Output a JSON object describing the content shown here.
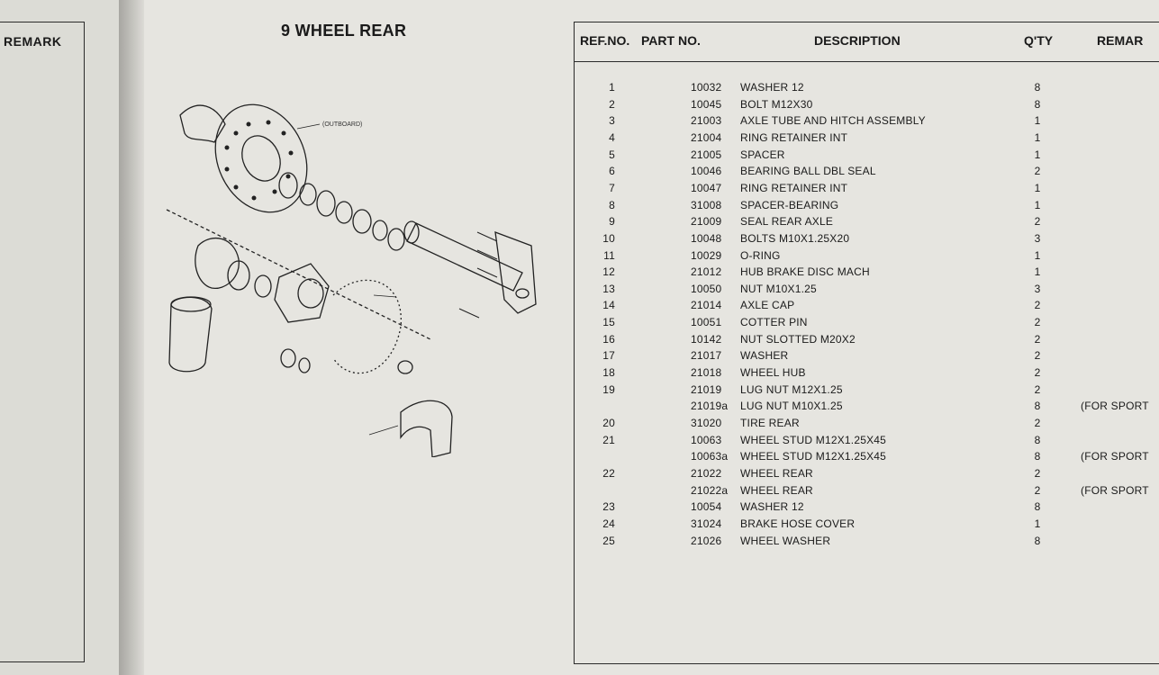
{
  "left_page": {
    "remark_header": "REMARK"
  },
  "diagram": {
    "title": "9 WHEEL REAR",
    "callout_label": "(OUTBOARD)"
  },
  "table": {
    "headers": {
      "ref": "REF.NO.",
      "part": "PART NO.",
      "desc": "DESCRIPTION",
      "qty": "Q'TY",
      "remark": "REMAR"
    },
    "rows": [
      {
        "ref": "1",
        "part": "10032",
        "desc": "WASHER 12",
        "qty": "8",
        "remark": ""
      },
      {
        "ref": "2",
        "part": "10045",
        "desc": "BOLT M12X30",
        "qty": "8",
        "remark": ""
      },
      {
        "ref": "3",
        "part": "21003",
        "desc": "AXLE TUBE AND HITCH ASSEMBLY",
        "qty": "1",
        "remark": ""
      },
      {
        "ref": "4",
        "part": "21004",
        "desc": "RING RETAINER INT",
        "qty": "1",
        "remark": ""
      },
      {
        "ref": "5",
        "part": "21005",
        "desc": "SPACER",
        "qty": "1",
        "remark": ""
      },
      {
        "ref": "6",
        "part": "10046",
        "desc": "BEARING BALL DBL SEAL",
        "qty": "2",
        "remark": ""
      },
      {
        "ref": "7",
        "part": "10047",
        "desc": "RING RETAINER INT",
        "qty": "1",
        "remark": ""
      },
      {
        "ref": "8",
        "part": "31008",
        "desc": "SPACER-BEARING",
        "qty": "1",
        "remark": ""
      },
      {
        "ref": "9",
        "part": "21009",
        "desc": "SEAL REAR AXLE",
        "qty": "2",
        "remark": ""
      },
      {
        "ref": "10",
        "part": "10048",
        "desc": "BOLTS M10X1.25X20",
        "qty": "3",
        "remark": ""
      },
      {
        "ref": "11",
        "part": "10029",
        "desc": "O-RING",
        "qty": "1",
        "remark": ""
      },
      {
        "ref": "12",
        "part": "21012",
        "desc": "HUB BRAKE DISC MACH",
        "qty": "1",
        "remark": ""
      },
      {
        "ref": "13",
        "part": "10050",
        "desc": "NUT M10X1.25",
        "qty": "3",
        "remark": ""
      },
      {
        "ref": "14",
        "part": "21014",
        "desc": "AXLE CAP",
        "qty": "2",
        "remark": ""
      },
      {
        "ref": "15",
        "part": "10051",
        "desc": "COTTER PIN",
        "qty": "2",
        "remark": ""
      },
      {
        "ref": "16",
        "part": "10142",
        "desc": "NUT SLOTTED M20X2",
        "qty": "2",
        "remark": ""
      },
      {
        "ref": "17",
        "part": "21017",
        "desc": "WASHER",
        "qty": "2",
        "remark": ""
      },
      {
        "ref": "18",
        "part": "21018",
        "desc": "WHEEL HUB",
        "qty": "2",
        "remark": ""
      },
      {
        "ref": "19",
        "part": "21019",
        "desc": "LUG NUT M12X1.25",
        "qty": "2",
        "remark": ""
      },
      {
        "ref": "",
        "part": "21019a",
        "desc": "LUG NUT M10X1.25",
        "qty": "8",
        "remark": "(FOR SPORT"
      },
      {
        "ref": "20",
        "part": "31020",
        "desc": "TIRE REAR",
        "qty": "2",
        "remark": ""
      },
      {
        "ref": "21",
        "part": "10063",
        "desc": "WHEEL STUD M12X1.25X45",
        "qty": "8",
        "remark": ""
      },
      {
        "ref": "",
        "part": "10063a",
        "desc": "WHEEL STUD M12X1.25X45",
        "qty": "8",
        "remark": "(FOR SPORT"
      },
      {
        "ref": "22",
        "part": "21022",
        "desc": "WHEEL REAR",
        "qty": "2",
        "remark": ""
      },
      {
        "ref": "",
        "part": "21022a",
        "desc": "WHEEL REAR",
        "qty": "2",
        "remark": "(FOR SPORT"
      },
      {
        "ref": "23",
        "part": "10054",
        "desc": "WASHER 12",
        "qty": "8",
        "remark": ""
      },
      {
        "ref": "24",
        "part": "31024",
        "desc": "BRAKE HOSE COVER",
        "qty": "1",
        "remark": ""
      },
      {
        "ref": "25",
        "part": "21026",
        "desc": "WHEEL WASHER",
        "qty": "8",
        "remark": ""
      }
    ]
  }
}
